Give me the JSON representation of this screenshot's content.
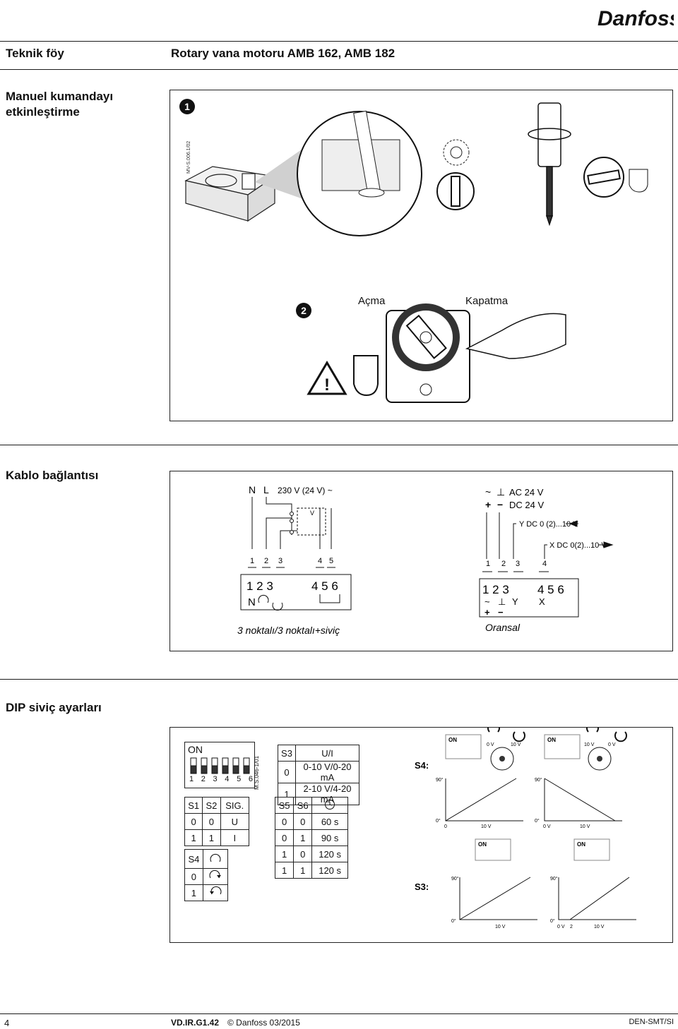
{
  "header": {
    "brand": "Danfoss",
    "left_title": "Teknik föy",
    "right_title": "Rotary vana motoru AMB 162, AMB 182"
  },
  "manual": {
    "title_line1": "Manuel kumandayı",
    "title_line2": "etkinleştirme",
    "step1": "1",
    "step2": "2",
    "drawing_code": "MV-S.006.1/02",
    "open_label": "Açma",
    "close_label": "Kapatma"
  },
  "wiring": {
    "title": "Kablo bağlantısı",
    "left": {
      "N": "N",
      "L": "L",
      "supply": "230 V (24 V) ~",
      "relay_v": "V",
      "top_terms": [
        "1",
        "2",
        "3",
        "4",
        "5"
      ],
      "box_terms_a": "1 2 3",
      "box_terms_b": "4 5 6",
      "n_label": "N",
      "caption": "3 noktalı/3 noktalı+siviç"
    },
    "right": {
      "sym_ac": "~",
      "sym_gnd": "⊥",
      "sym_plus": "+",
      "sym_minus": "−",
      "ac": "AC 24 V",
      "dc": "DC 24 V",
      "y_signal": "Y  DC 0 (2)...10 V",
      "x_signal": "X  DC 0(2)...10 V",
      "top_terms": [
        "1",
        "2",
        "3",
        "4"
      ],
      "box_terms_a": "1 2 3",
      "box_terms_b": "4 5 6",
      "y": "Y",
      "x": "X",
      "caption": "Oransal"
    }
  },
  "dip": {
    "title": "DIP siviç ayarları",
    "on": "ON",
    "switch_numbers": [
      "1",
      "2",
      "3",
      "4",
      "5",
      "6"
    ],
    "drawing_code": "M.S.046-1/01",
    "s3_table": {
      "headers": [
        "S3",
        "U/I"
      ],
      "rows": [
        [
          "0",
          "0-10 V/0-20 mA"
        ],
        [
          "1",
          "2-10 V/4-20 mA"
        ]
      ]
    },
    "s1s2_table": {
      "headers": [
        "S1",
        "S2",
        "SIG."
      ],
      "rows": [
        [
          "0",
          "0",
          "U"
        ],
        [
          "1",
          "1",
          "I"
        ]
      ]
    },
    "s4_table": {
      "header": "S4",
      "rows": [
        "0",
        "1"
      ]
    },
    "s5s6_table": {
      "headers": [
        "S5",
        "S6"
      ],
      "rows": [
        [
          "0",
          "0",
          "60 s"
        ],
        [
          "0",
          "1",
          "90 s"
        ],
        [
          "1",
          "0",
          "120 s"
        ],
        [
          "1",
          "1",
          "120 s"
        ]
      ]
    },
    "s4_label": "S4:",
    "s3_label": "S3:",
    "labels": {
      "deg90": "90°",
      "deg0": "0°",
      "zero": "0",
      "v0": "0 V",
      "v10": "10 V",
      "two": "2"
    }
  },
  "footer": {
    "page": "4",
    "doc": "VD.IR.G1.42",
    "copyright": "© Danfoss 03/2015",
    "code": "DEN-SMT/SI"
  }
}
